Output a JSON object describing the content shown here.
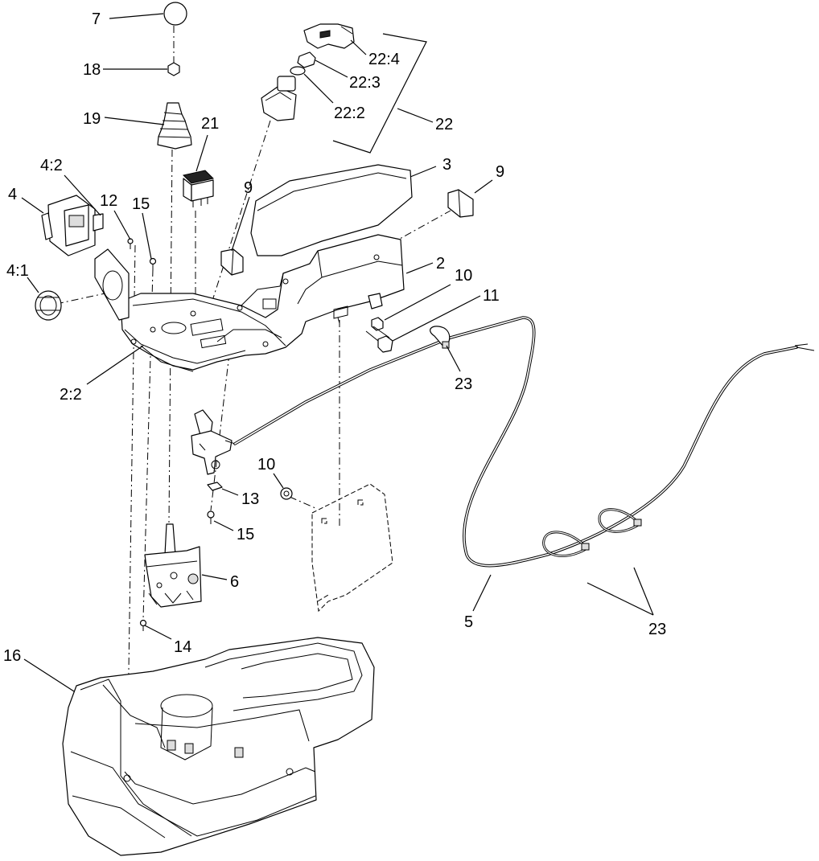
{
  "callouts": {
    "c7": "7",
    "c18": "18",
    "c19": "19",
    "c21": "21",
    "c22_4": "22:4",
    "c22_3": "22:3",
    "c22_2": "22:2",
    "c22": "22",
    "c3": "3",
    "c9_right": "9",
    "c9_left": "9",
    "c4_2": "4:2",
    "c4": "4",
    "c12": "12",
    "c15_top": "15",
    "c4_1": "4:1",
    "c2": "2",
    "c10_top": "10",
    "c11": "11",
    "c23_top": "23",
    "c2_2": "2:2",
    "c10_mid": "10",
    "c13": "13",
    "c15_bottom": "15",
    "c6": "6",
    "c14": "14",
    "c16": "16",
    "c5": "5",
    "c23_bottom": "23"
  }
}
